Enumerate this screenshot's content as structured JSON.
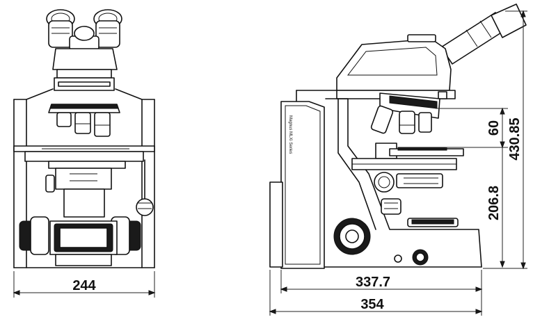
{
  "dimensions": {
    "front_width": "244",
    "side_base_length": "337.7",
    "side_total_length": "354",
    "objective_to_stage": "60",
    "overall_height": "430.85",
    "stage_height": "206.8"
  },
  "body_label": "Magnus MLXi Series",
  "colors": {
    "line": "#111111",
    "background": "#ffffff"
  }
}
